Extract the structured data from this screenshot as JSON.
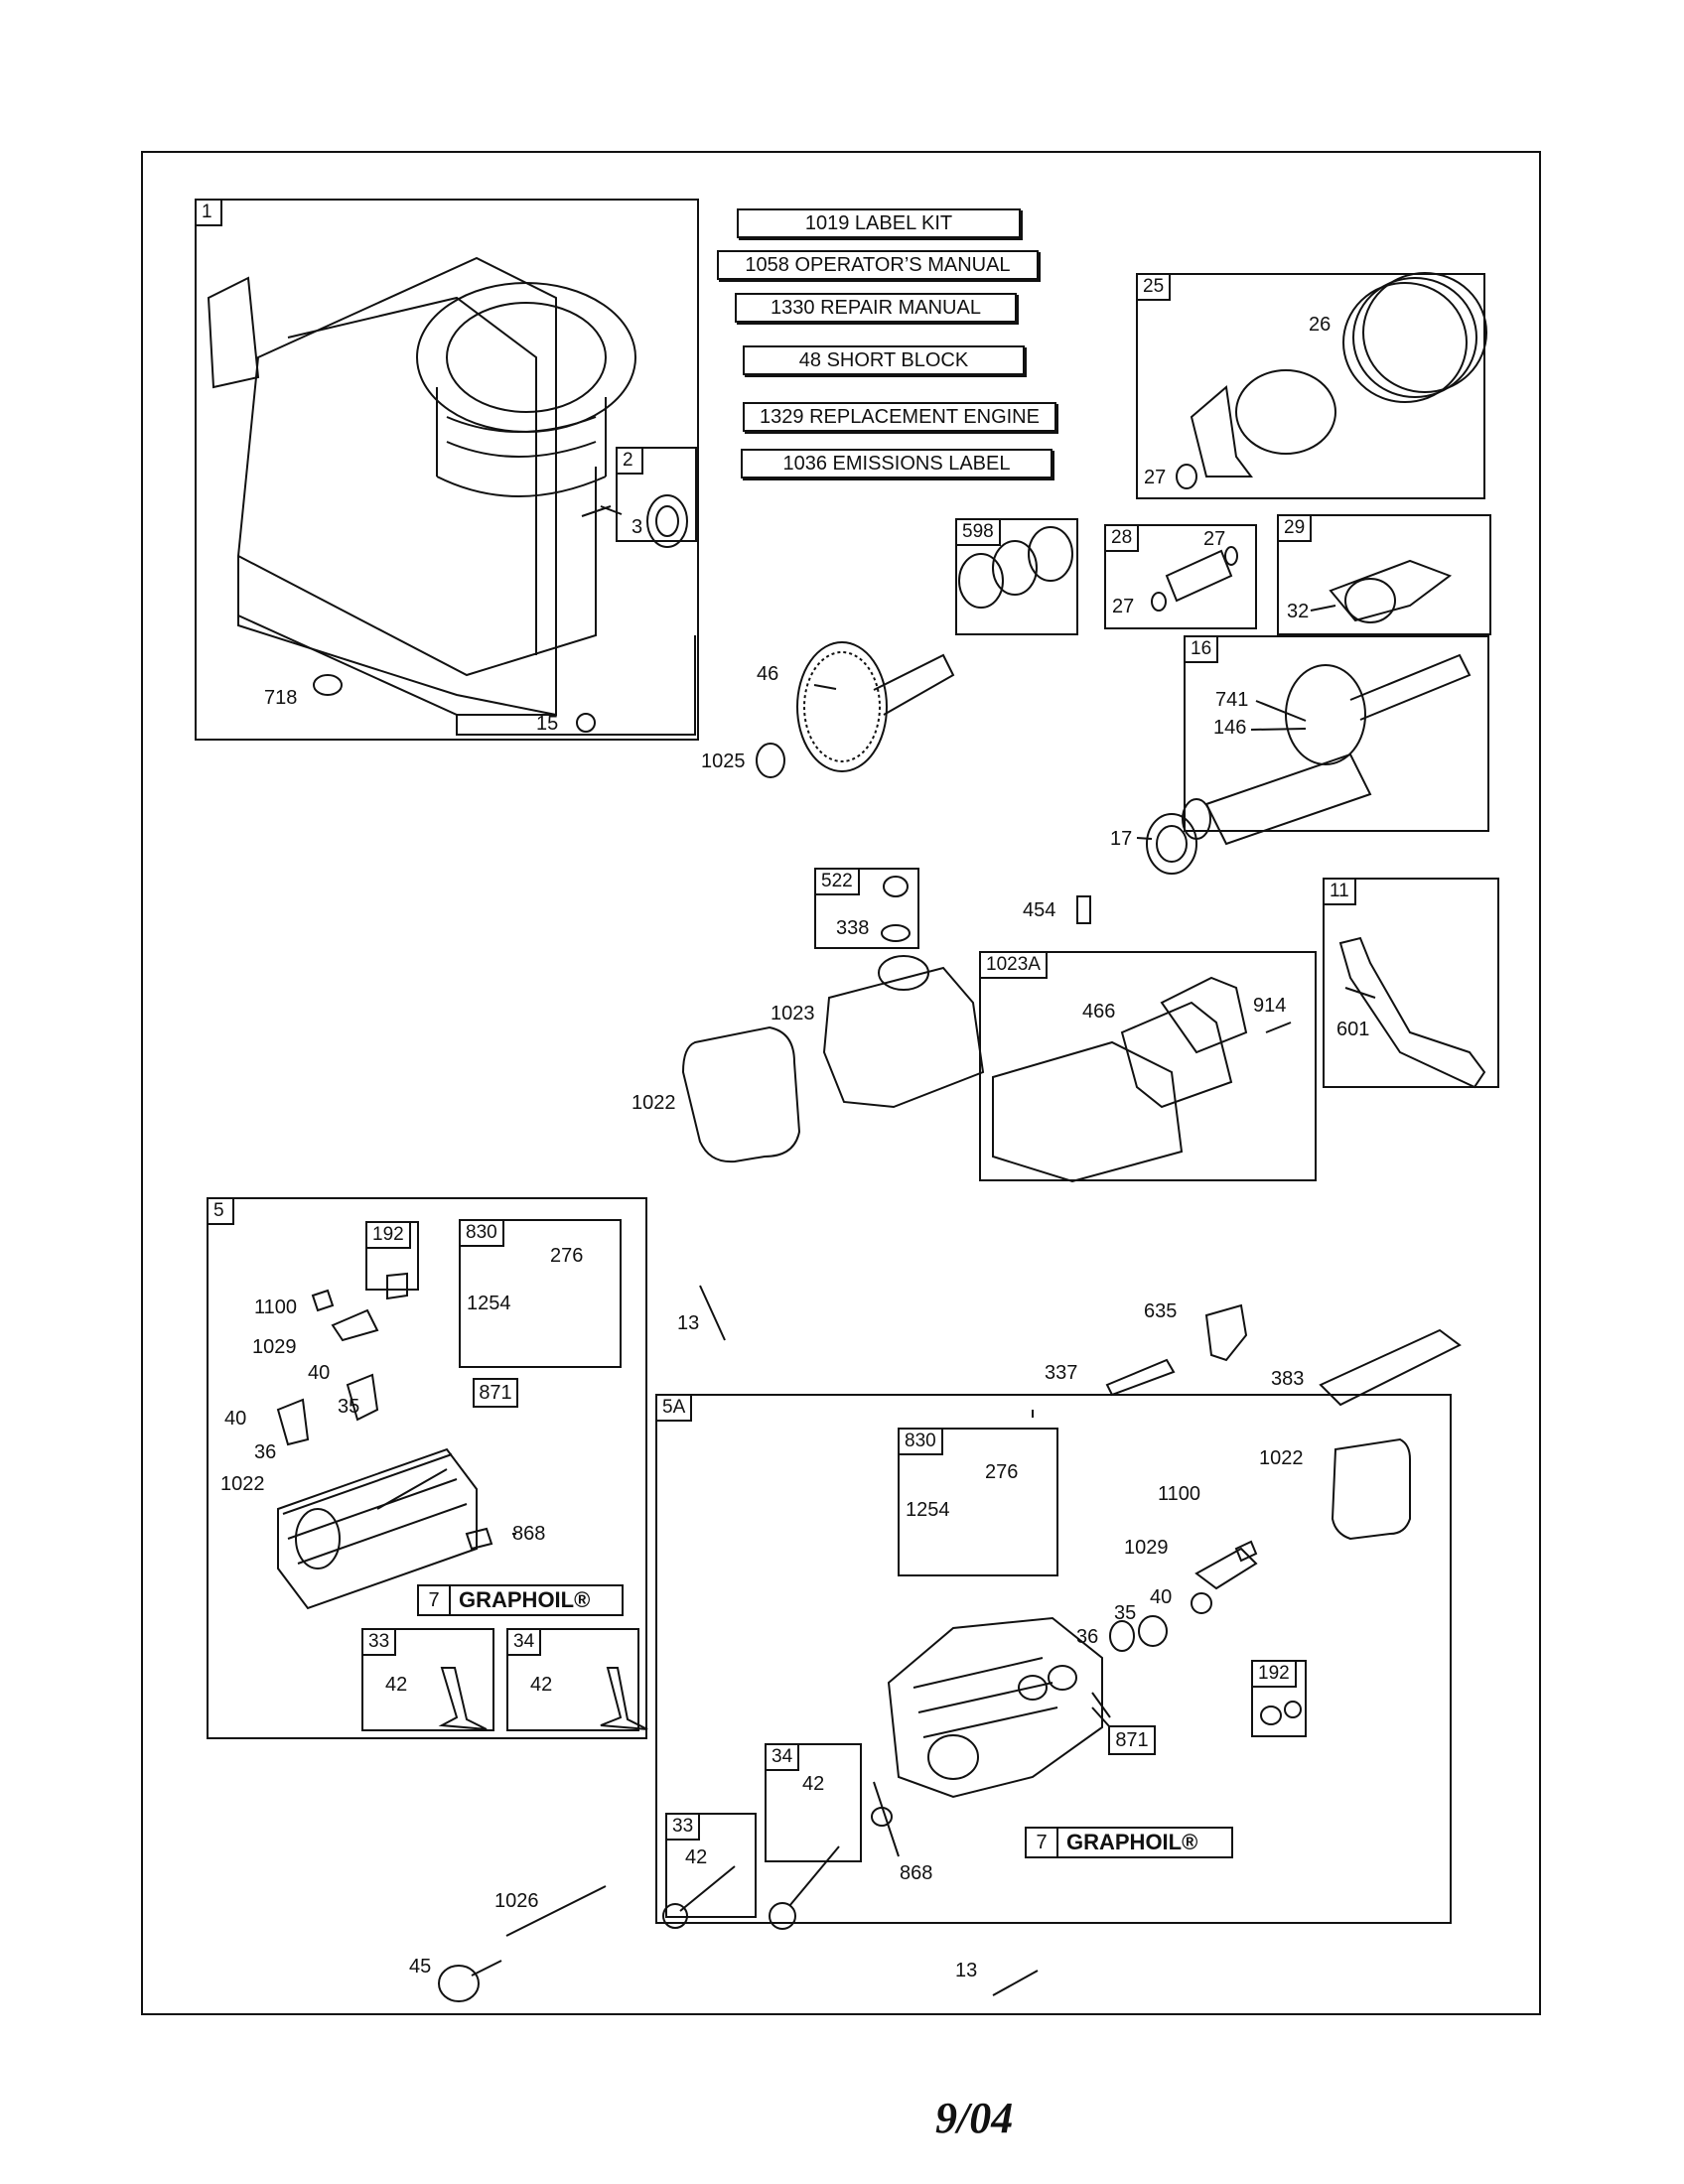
{
  "reference_boxes": [
    "1019 LABEL KIT",
    "1058 OPERATOR’S MANUAL",
    "1330 REPAIR MANUAL",
    "48 SHORT BLOCK",
    "1329 REPLACEMENT ENGINE",
    "1036 EMISSIONS LABEL"
  ],
  "groups": {
    "g1": "1",
    "g2": "2",
    "g25": "25",
    "g598": "598",
    "g28": "28",
    "g29": "29",
    "g16": "16",
    "g522": "522",
    "g11": "11",
    "g1023a": "1023A",
    "g5": "5",
    "g192a": "192",
    "g830a": "830",
    "g871a": "871",
    "g33a": "33",
    "g34a": "34",
    "g5a": "5A",
    "g830b": "830",
    "g192b": "192",
    "g34b": "34",
    "g33b": "33"
  },
  "callouts": {
    "c3": "3",
    "c718": "718",
    "c15": "15",
    "c26": "26",
    "c27a": "27",
    "c27b": "27",
    "c27c": "27",
    "c32": "32",
    "c46": "46",
    "c1025": "1025",
    "c741": "741",
    "c146": "146",
    "c17": "17",
    "c338": "338",
    "c454": "454",
    "c601": "601",
    "c1023": "1023",
    "c1022a": "1022",
    "c466": "466",
    "c914": "914",
    "c1100a": "1100",
    "c1029a": "1029",
    "c40a": "40",
    "c40b": "40",
    "c35a": "35",
    "c36a": "36",
    "c1022b": "1022",
    "c868a": "868",
    "c276a": "276",
    "c1254a": "1254",
    "c42a": "42",
    "c42b": "42",
    "c13a": "13",
    "c635": "635",
    "c337": "337",
    "c383": "383",
    "c276b": "276",
    "c1254b": "1254",
    "c1022c": "1022",
    "c1100b": "1100",
    "c1029b": "1029",
    "c40c": "40",
    "c35b": "35",
    "c36b": "36",
    "c871b": "871",
    "c42c": "42",
    "c42d": "42",
    "c868b": "868",
    "c1026": "1026",
    "c45": "45",
    "c13b": "13"
  },
  "graphoil": {
    "num": "7",
    "text": "GRAPHOIL®"
  },
  "footer": "9/04"
}
